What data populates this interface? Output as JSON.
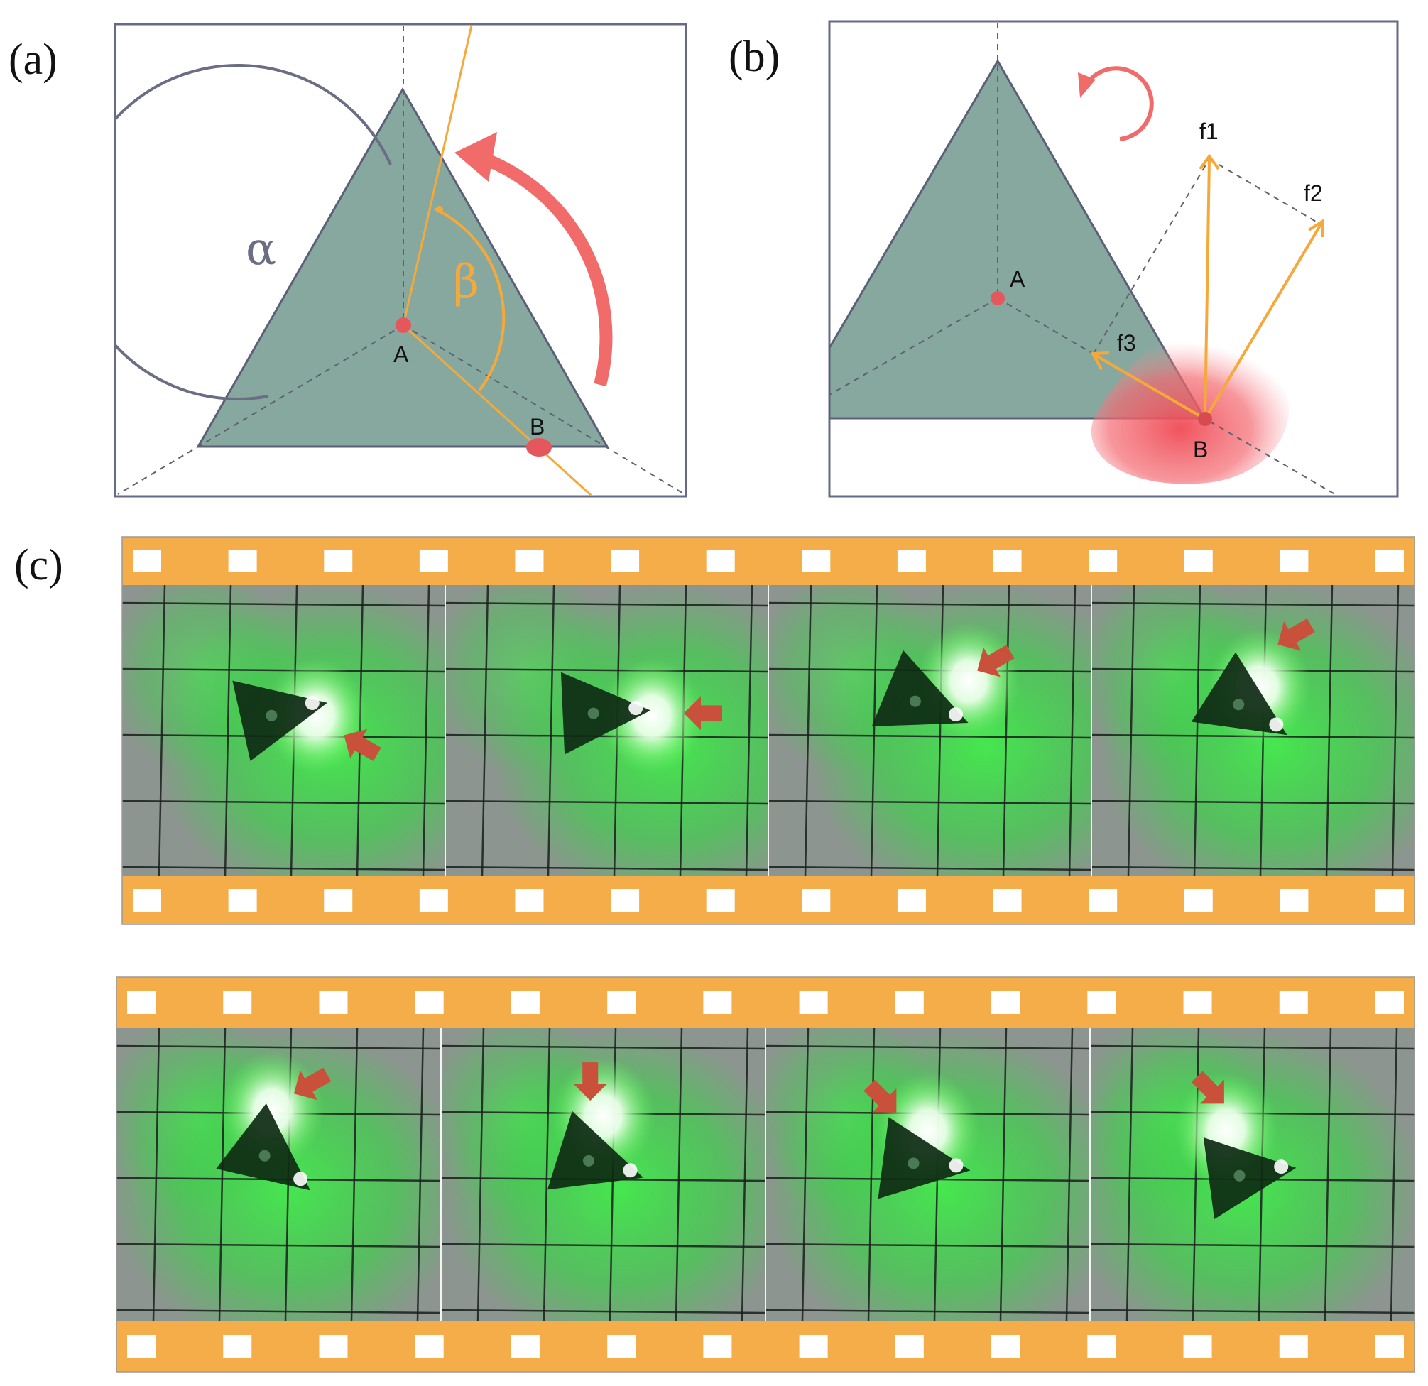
{
  "colors": {
    "triangle_fill": "#86a89f",
    "triangle_stroke": "#5b5f78",
    "frame_stroke": "#656a86",
    "dashed_line": "#5e6170",
    "orange": "#f5a93b",
    "red_arrow": "#f26b6b",
    "red_point": "#e4575c",
    "alpha_arc": "#6b6d85",
    "film_orange": "#f5ad4a",
    "film_hole": "#ffffff",
    "photo_arrow": "#c9503a",
    "laser_green": "#37e84a",
    "grid_line": "#1a1f1d"
  },
  "panel_a": {
    "label": "(a)",
    "angle_alpha": "α",
    "angle_beta": "β",
    "point_a": "A",
    "point_b": "B",
    "rotation_icon": "curved-arrow-counterclockwise"
  },
  "panel_b": {
    "label": "(b)",
    "point_a": "A",
    "point_b": "B",
    "force_1": "f1",
    "force_2": "f2",
    "force_3": "f3",
    "rotation_icon": "circular-arrow-counterclockwise"
  },
  "panel_c": {
    "label": "(c)",
    "strips": [
      {
        "frames": [
          {
            "arrow_direction": "up-left"
          },
          {
            "arrow_direction": "left"
          },
          {
            "arrow_direction": "down-left"
          },
          {
            "arrow_direction": "down-left"
          }
        ]
      },
      {
        "frames": [
          {
            "arrow_direction": "down-left"
          },
          {
            "arrow_direction": "down"
          },
          {
            "arrow_direction": "down-right"
          },
          {
            "arrow_direction": "down-right"
          }
        ]
      }
    ]
  }
}
